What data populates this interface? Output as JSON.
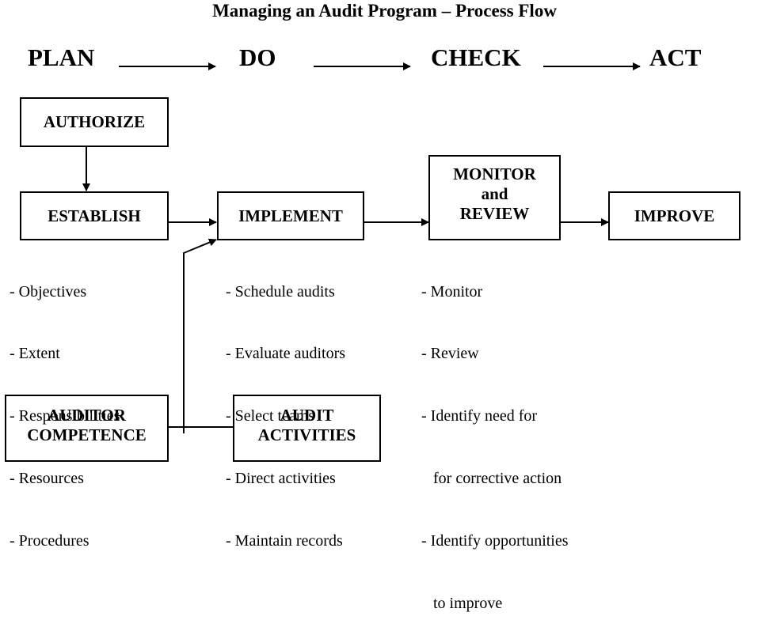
{
  "title": "Managing an Audit Program – Process Flow",
  "phases": [
    "PLAN",
    "DO",
    "CHECK",
    "ACT"
  ],
  "boxes": {
    "authorize": "AUTHORIZE",
    "establish": "ESTABLISH",
    "implement": "IMPLEMENT",
    "monitor": [
      "MONITOR",
      "and",
      "REVIEW"
    ],
    "improve": "IMPROVE",
    "competence": [
      "AUDITOR",
      "COMPETENCE"
    ],
    "activities": [
      "AUDIT",
      "ACTIVITIES"
    ]
  },
  "lists": {
    "establish": [
      "- Objectives",
      "- Extent",
      "- Responsibilities",
      "- Resources",
      "- Procedures"
    ],
    "implement": [
      "- Schedule audits",
      "- Evaluate auditors",
      "- Select teams",
      "- Direct activities",
      "- Maintain records"
    ],
    "monitor": [
      "- Monitor",
      "- Review",
      "- Identify need for",
      "   for corrective action",
      "- Identify opportunities",
      "   to improve"
    ]
  }
}
